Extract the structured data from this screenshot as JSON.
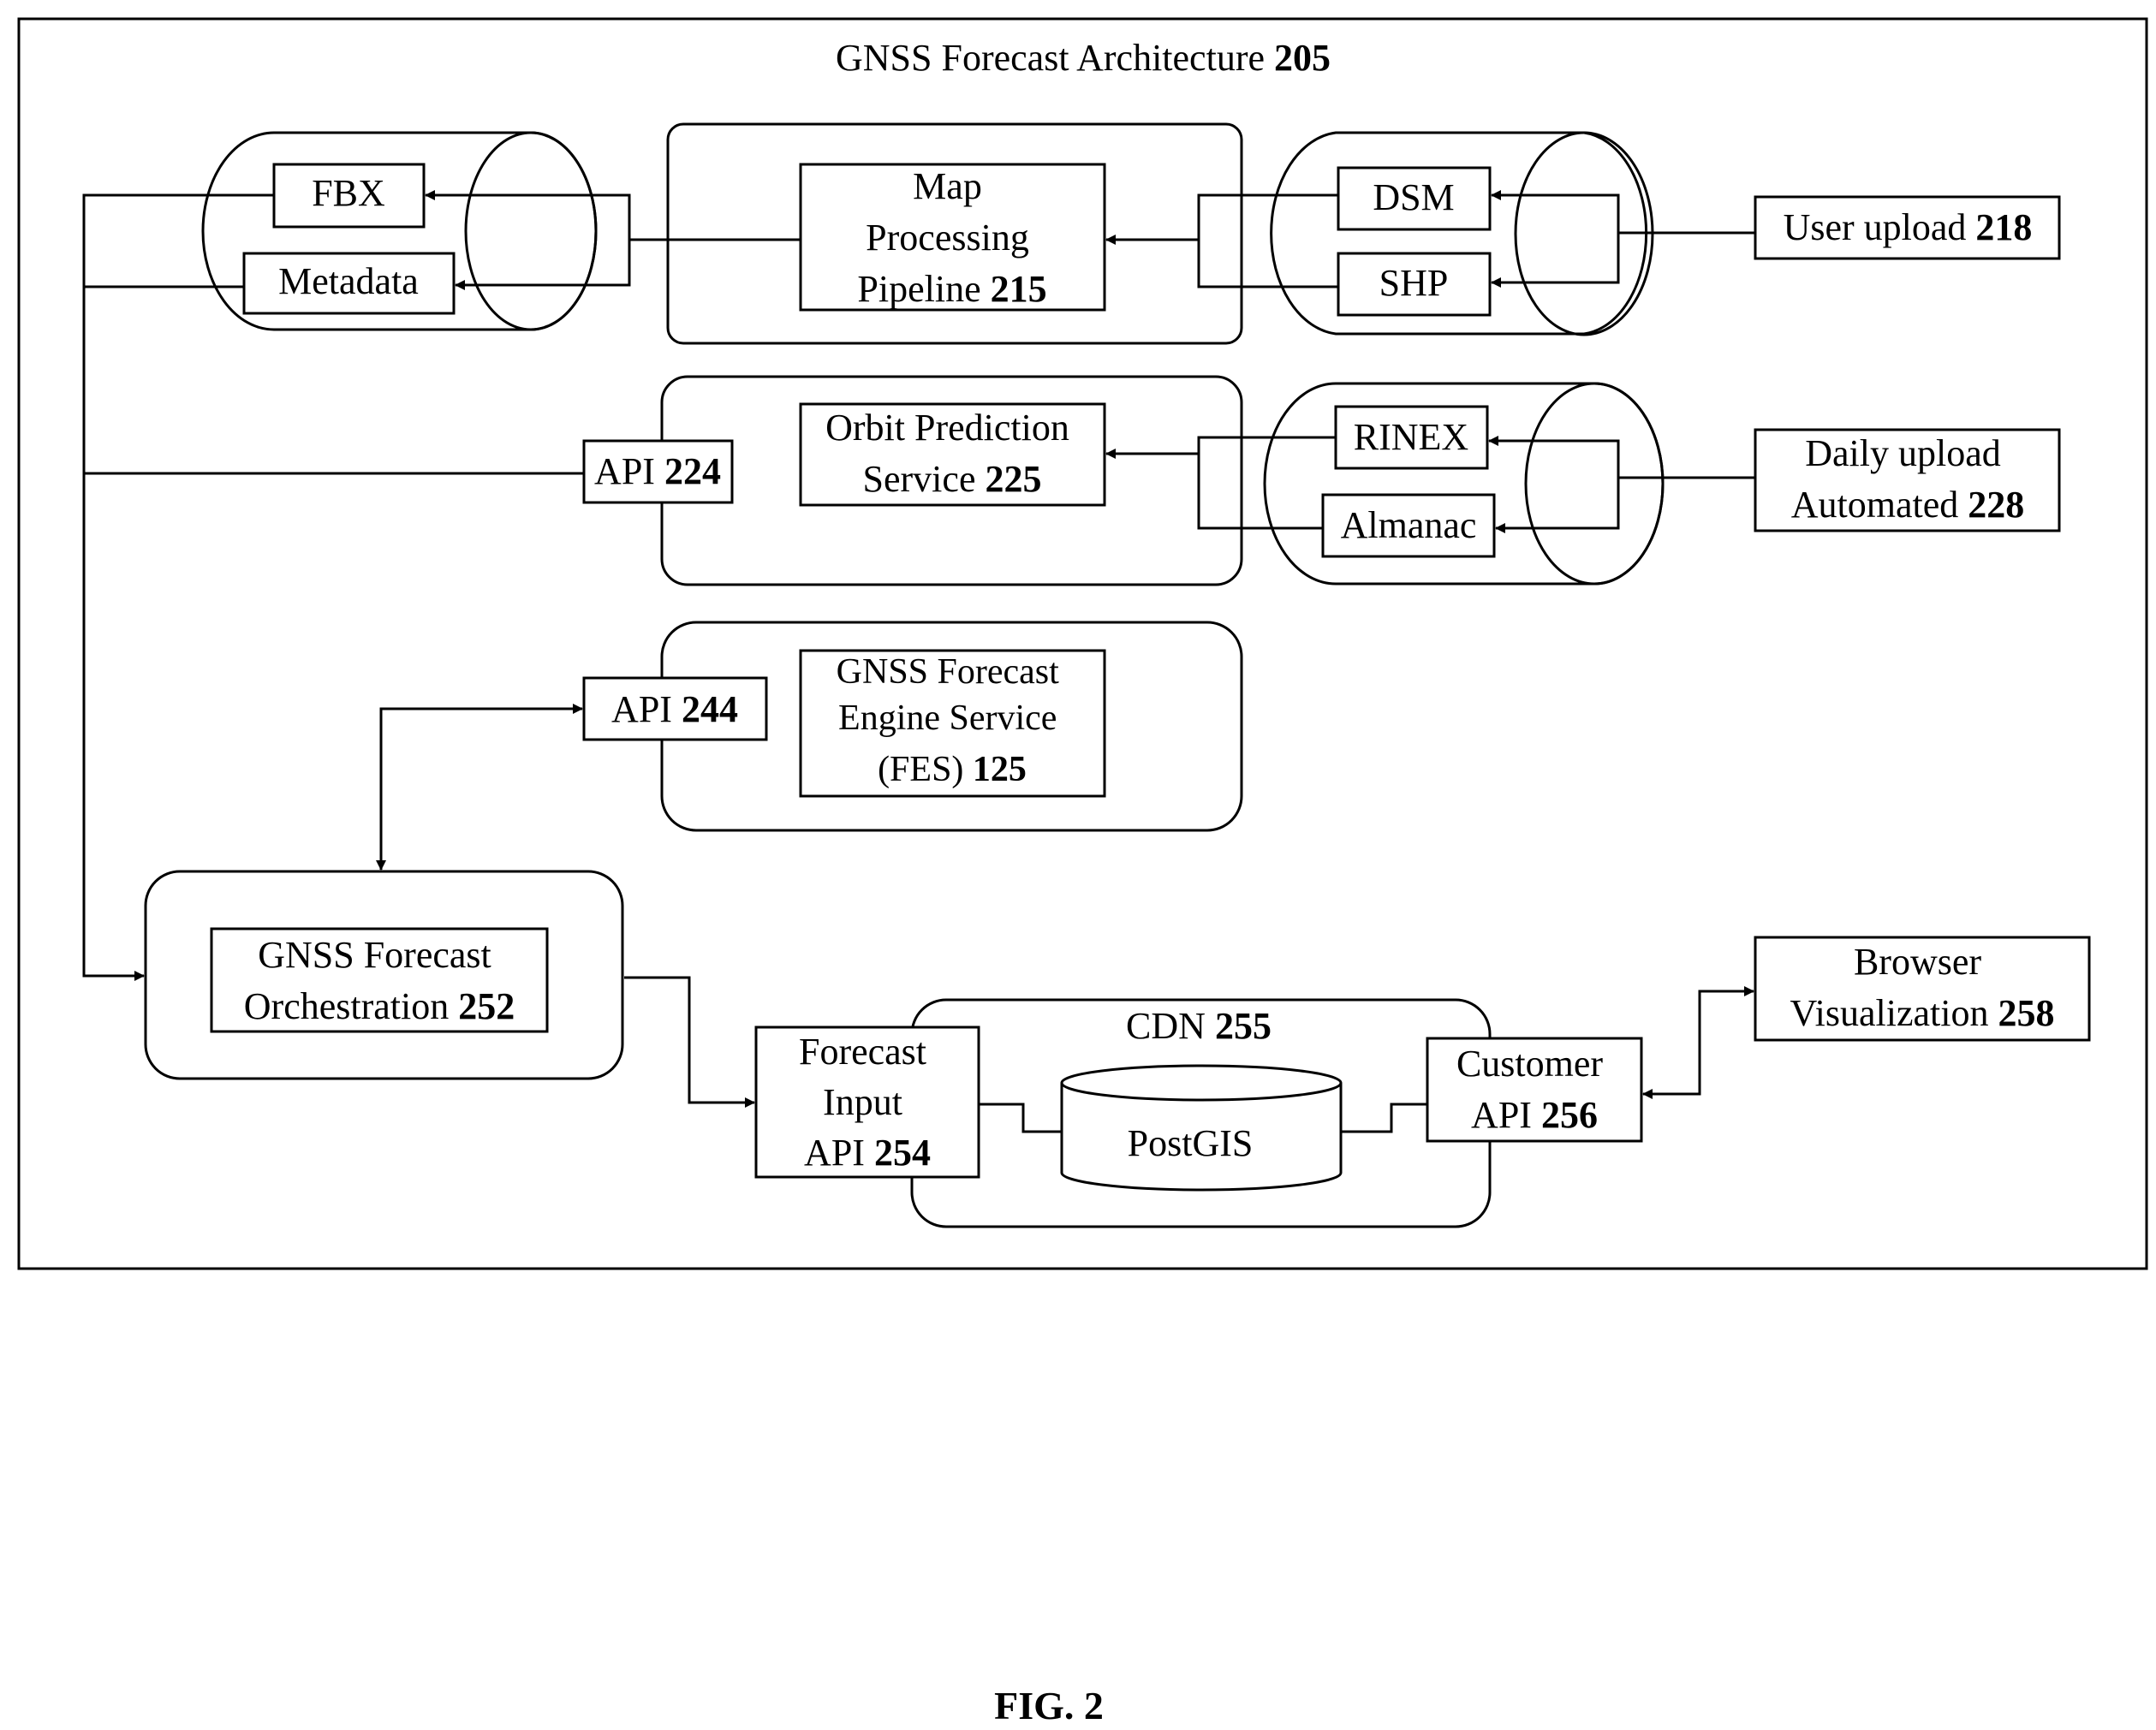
{
  "title": {
    "text": "GNSS Forecast Architecture",
    "ref": "205"
  },
  "nodes": {
    "fbx": {
      "label": "FBX"
    },
    "metadata": {
      "label": "Metadata"
    },
    "map_pipeline": {
      "line1": "Map",
      "line2": "Processing",
      "line3": "Pipeline",
      "ref": "215"
    },
    "dsm": {
      "label": "DSM"
    },
    "shp": {
      "label": "SHP"
    },
    "user_upload": {
      "text": "User upload",
      "ref": "218"
    },
    "api_224": {
      "text": "API",
      "ref": "224"
    },
    "orbit": {
      "line1": "Orbit Prediction",
      "line2": "Service",
      "ref": "225"
    },
    "rinex": {
      "label": "RINEX"
    },
    "almanac": {
      "label": "Almanac"
    },
    "daily_upload": {
      "line1": "Daily upload",
      "line2": "Automated",
      "ref": "228"
    },
    "api_244": {
      "text": "API",
      "ref": "244"
    },
    "fes": {
      "line1": "GNSS Forecast",
      "line2": "Engine Service",
      "line3": "(FES)",
      "ref": "125"
    },
    "orchestration": {
      "line1": "GNSS Forecast",
      "line2": "Orchestration",
      "ref": "252"
    },
    "forecast_input": {
      "line1": "Forecast",
      "line2": "Input",
      "line3": "API",
      "ref": "254"
    },
    "cdn": {
      "text": "CDN",
      "ref": "255"
    },
    "postgis": {
      "label": "PostGIS"
    },
    "customer_api": {
      "line1": "Customer",
      "line2": "API",
      "ref": "256"
    },
    "browser": {
      "line1": "Browser",
      "line2": "Visualization",
      "ref": "258"
    }
  },
  "caption": "FIG. 2"
}
